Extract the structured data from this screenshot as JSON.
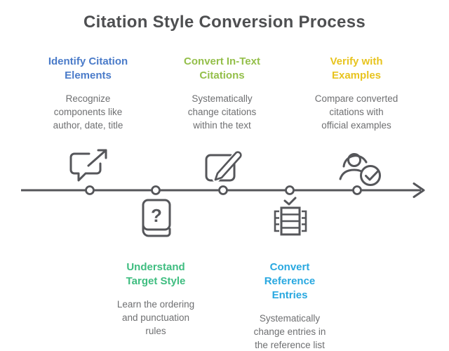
{
  "title": "Citation Style Conversion Process",
  "steps": [
    {
      "id": "identify-citation-elements",
      "heading": "Identify Citation\nElements",
      "description": "Recognize\ncomponents like\nauthor, date, title",
      "color": "#4a7bc9",
      "icon": "share-message-icon",
      "timeline_position": "above"
    },
    {
      "id": "understand-target-style",
      "heading": "Understand\nTarget Style",
      "description": "Learn the ordering\nand punctuation\nrules",
      "color": "#3fbd80",
      "icon": "question-book-icon",
      "timeline_position": "below"
    },
    {
      "id": "convert-in-text-citations",
      "heading": "Convert In-Text\nCitations",
      "description": "Systematically\nchange citations\nwithin the text",
      "color": "#94bf4a",
      "icon": "edit-note-icon",
      "timeline_position": "above"
    },
    {
      "id": "convert-reference-entries",
      "heading": "Convert\nReference\nEntries",
      "description": "Systematically\nchange entries in\nthe reference list",
      "color": "#29a8e0",
      "icon": "reference-list-check-icon",
      "timeline_position": "below"
    },
    {
      "id": "verify-with-examples",
      "heading": "Verify with\nExamples",
      "description": "Compare converted\ncitations with\nofficial examples",
      "color": "#e8c41f",
      "icon": "user-verified-icon",
      "timeline_position": "above"
    }
  ],
  "icons": {
    "question_book_glyph": "?"
  },
  "colors": {
    "background": "#ffffff",
    "title": "#4e4f51",
    "body_text": "#6e6f71",
    "line": "#55565a"
  }
}
